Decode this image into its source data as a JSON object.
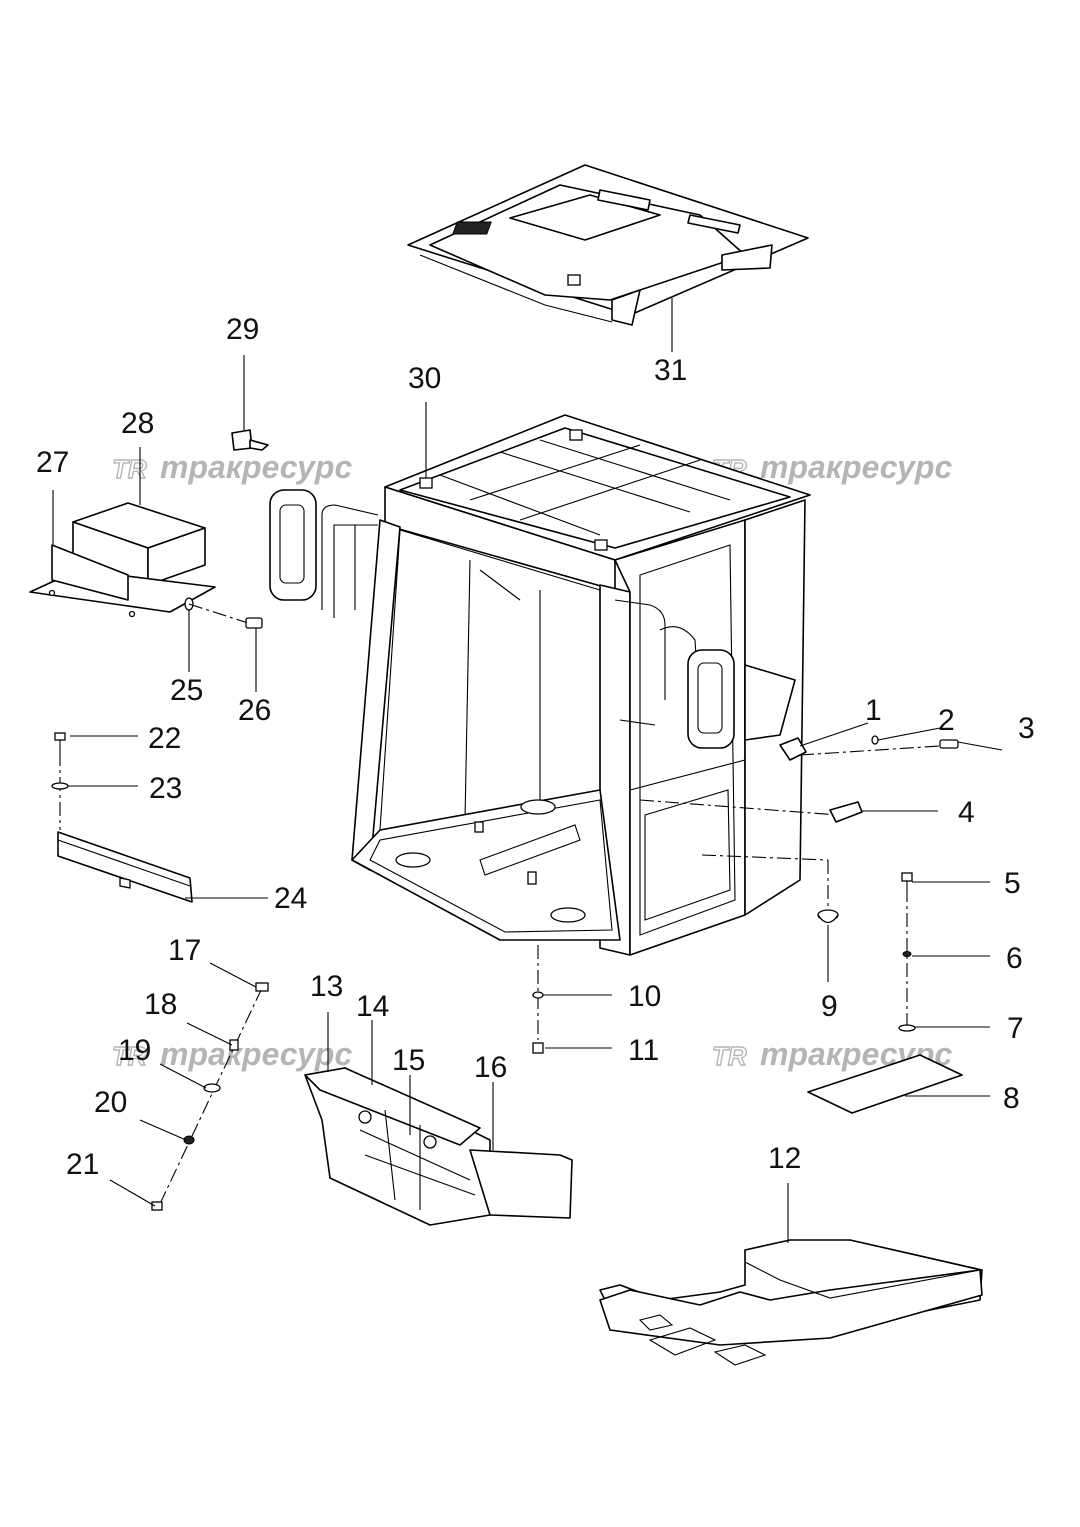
{
  "callouts": [
    "1",
    "2",
    "3",
    "4",
    "5",
    "6",
    "7",
    "8",
    "9",
    "10",
    "11",
    "12",
    "13",
    "14",
    "15",
    "16",
    "17",
    "18",
    "19",
    "20",
    "21",
    "22",
    "23",
    "24",
    "25",
    "26",
    "27",
    "28",
    "29",
    "30",
    "31"
  ],
  "watermark": {
    "logo": "TR",
    "text": "тракресурс"
  }
}
